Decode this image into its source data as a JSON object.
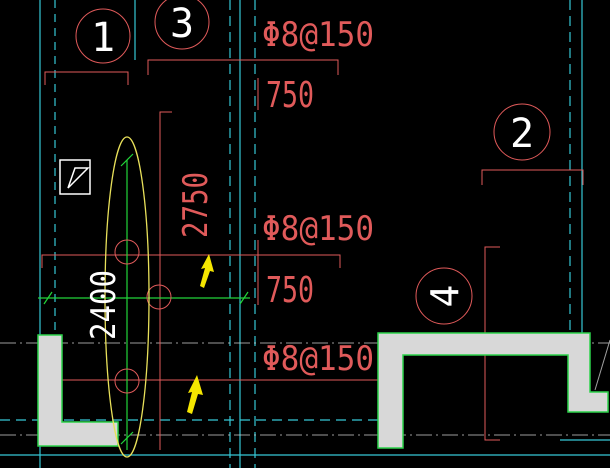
{
  "colors": {
    "background": "#000000",
    "cyan_grid": "#36c8d6",
    "red_annotation": "#e05a5a",
    "wall_fill": "#d8d8d8",
    "wall_outline": "#2cd24a",
    "green_dimension": "#22d43a",
    "yellow_highlight": "#e8e05a",
    "arrow_fill": "#f5e600",
    "gray_outline": "#a0a0a0",
    "white_symbol": "#ffffff"
  },
  "icons": {
    "section_marker": "section-triangle-icon",
    "pointer_arrow": "arrow-up-icon"
  },
  "drawing": {
    "bubbles": {
      "bubble_1": "1",
      "bubble_2": "2",
      "bubble_3": "3",
      "bubble_4": "4"
    },
    "rebar_labels": {
      "top": "Φ8@150",
      "middle": "Φ8@150",
      "bottom": "Φ8@150"
    },
    "dimension_labels": {
      "dim_750_top": "750",
      "dim_750_middle": "750",
      "dim_2750": "2750",
      "dim_2400": "2400"
    }
  }
}
